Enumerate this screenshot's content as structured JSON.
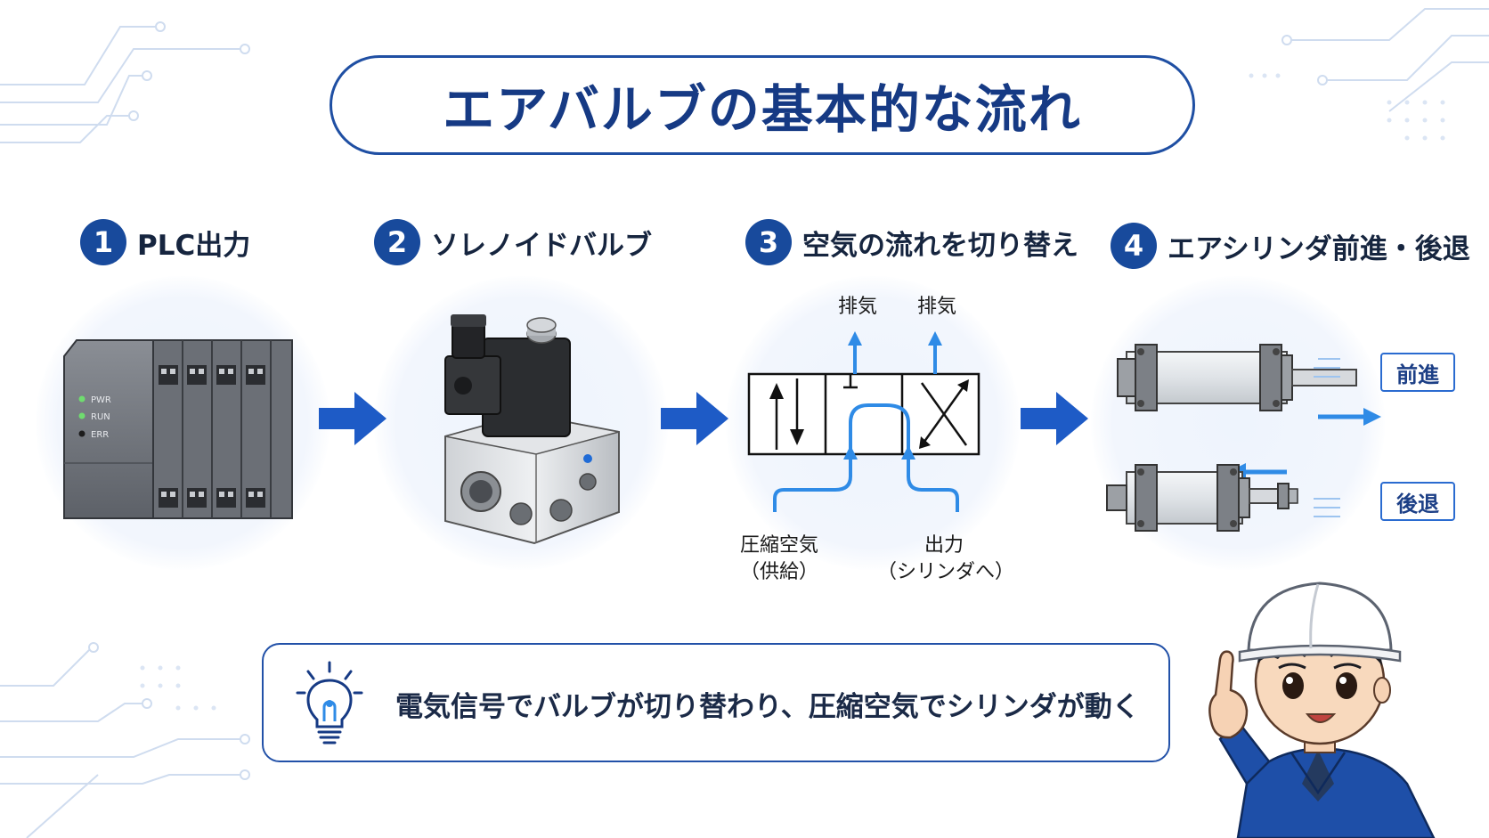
{
  "title": "エアバルブの基本的な流れ",
  "steps": [
    {
      "num": "1",
      "label": "PLC出力"
    },
    {
      "num": "2",
      "label": "ソレノイドバルブ"
    },
    {
      "num": "3",
      "label": "空気の流れを切り替え"
    },
    {
      "num": "4",
      "label": "エアシリンダ前進・後退"
    }
  ],
  "plc": {
    "leds": [
      "PWR",
      "RUN",
      "ERR"
    ]
  },
  "valve_diagram": {
    "exhaust_left": "排気",
    "exhaust_right": "排気",
    "supply_line1": "圧縮空気",
    "supply_line2": "（供給）",
    "output_line1": "出力",
    "output_line2": "（シリンダへ）"
  },
  "cylinder": {
    "forward_label": "前進",
    "backward_label": "後退"
  },
  "note": {
    "text": "電気信号でバルブが切り替わり、圧縮空気でシリンダが動く",
    "icon": "lightbulb-icon"
  },
  "colors": {
    "primary": "#1f4fa3",
    "accent": "#2f8be6",
    "arrow": "#1e5bc6"
  }
}
